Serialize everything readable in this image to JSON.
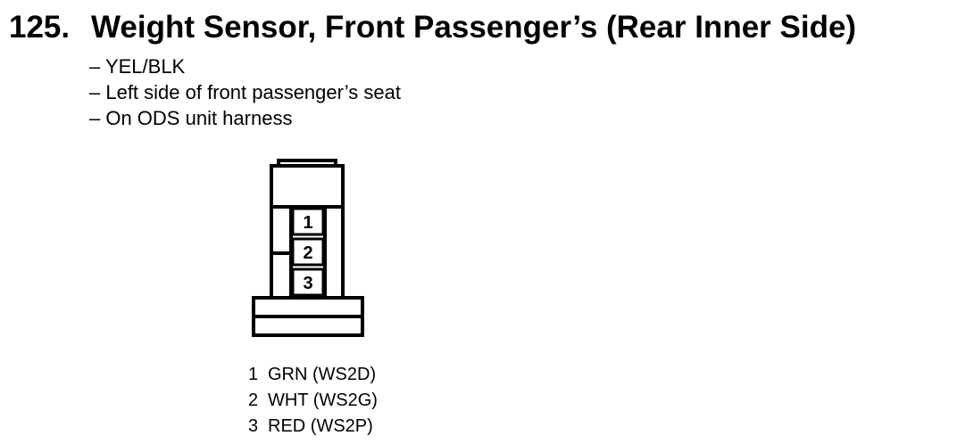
{
  "title": {
    "number": "125.",
    "text": "Weight Sensor, Front Passenger’s (Rear Inner Side)"
  },
  "notes": [
    "– YEL/BLK",
    "– Left side of front passenger’s seat",
    "– On ODS unit harness"
  ],
  "connector": {
    "terminals": [
      "1",
      "2",
      "3"
    ]
  },
  "pins": [
    {
      "number": "1",
      "wire": "GRN (WS2D)"
    },
    {
      "number": "2",
      "wire": "WHT (WS2G)"
    },
    {
      "number": "3",
      "wire": "RED (WS2P)"
    }
  ]
}
